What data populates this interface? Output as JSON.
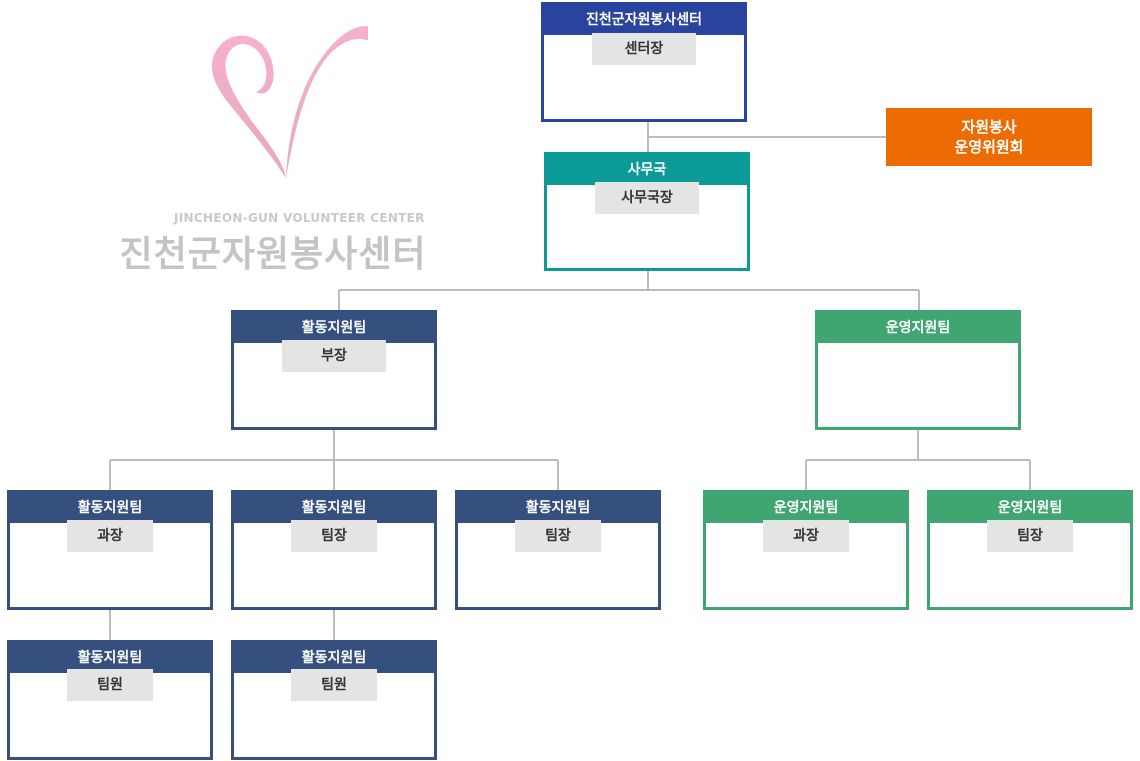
{
  "logo": {
    "english": "JINCHEON-GUN VOLUNTEER CENTER",
    "korean": "진천군자원봉사센터",
    "mark_colors": [
      "#f6b1cc",
      "#eda9c2"
    ]
  },
  "colors": {
    "center": "#28449f",
    "secretariat": "#0d9b98",
    "activity": "#35507f",
    "operation": "#3fa672",
    "committee": "#ec6b02",
    "chip": "#e4e4e4",
    "connector": "#bcbcbc"
  },
  "center": {
    "title": "진천군자원봉사센터",
    "role": "센터장"
  },
  "committee": {
    "line1": "자원봉사",
    "line2": "운영위원회"
  },
  "secretariat": {
    "title": "사무국",
    "role": "사무국장"
  },
  "activity_team": {
    "title": "활동지원팀",
    "role": "부장",
    "subteams": [
      {
        "title": "활동지원팀",
        "role": "과장"
      },
      {
        "title": "활동지원팀",
        "role": "팀장"
      },
      {
        "title": "활동지원팀",
        "role": "팀장"
      }
    ],
    "members": [
      {
        "title": "활동지원팀",
        "role": "팀원"
      },
      {
        "title": "활동지원팀",
        "role": "팀원"
      }
    ]
  },
  "operation_team": {
    "title": "운영지원팀",
    "role": "",
    "subteams": [
      {
        "title": "운영지원팀",
        "role": "과장"
      },
      {
        "title": "운영지원팀",
        "role": "팀장"
      }
    ]
  }
}
